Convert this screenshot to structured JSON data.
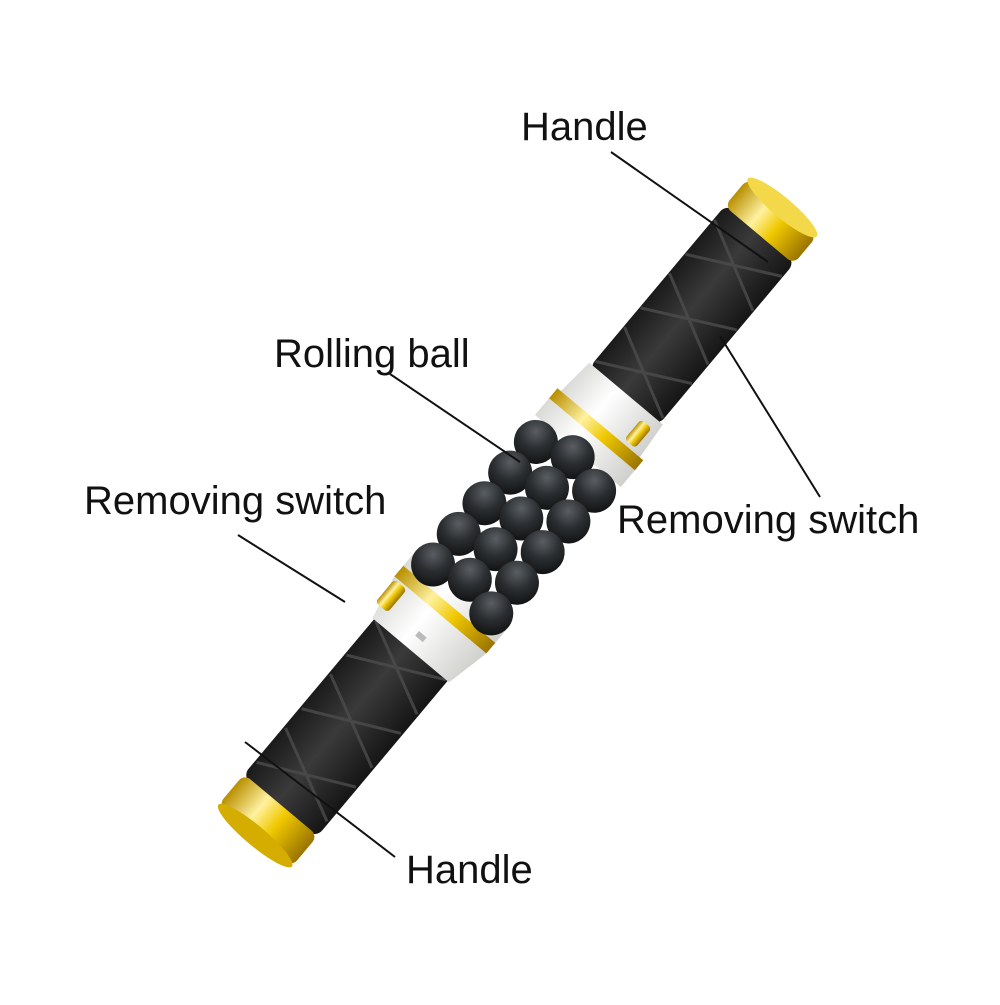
{
  "labels": {
    "handle_top": "Handle",
    "rolling_ball": "Rolling ball",
    "removing_switch_left": "Removing switch",
    "removing_switch_right": "Removing switch",
    "handle_bottom": "Handle"
  },
  "colors": {
    "background": "#ffffff",
    "grip": "#2a2a2a",
    "grip_pattern": "#4a4a4a",
    "ball": "#2b2e31",
    "housing": "#f4f4f2",
    "gold": "#e8c000",
    "leader_line": "#111111",
    "text": "#111111"
  }
}
